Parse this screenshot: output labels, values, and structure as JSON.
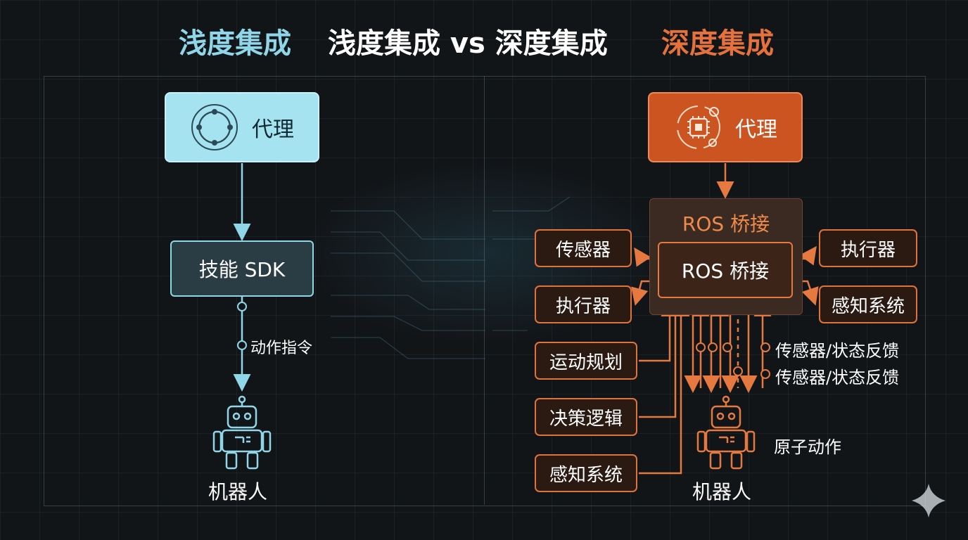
{
  "title": {
    "shallow_tag": "浅度集成",
    "main": "浅度集成 vs 深度集成",
    "deep_tag": "深度集成"
  },
  "colors": {
    "shallow_accent": "#8fd6e8",
    "deep_accent": "#e5723c",
    "background": "#121518"
  },
  "shallow": {
    "agent_label": "代理",
    "agent_icon": "orbit-circle-icon",
    "sdk_label": "技能 SDK",
    "command_label": "动作指令",
    "robot_label": "机器人",
    "robot_icon": "robot-icon"
  },
  "deep": {
    "agent_label": "代理",
    "agent_icon": "chip-gears-icon",
    "ros_outer_label": "ROS 桥接",
    "ros_inner_label": "ROS 桥接",
    "left_modules": [
      "传感器",
      "执行器"
    ],
    "right_modules": [
      "执行器",
      "感知系统"
    ],
    "bottom_modules": [
      "运动规划",
      "决策逻辑",
      "感知系统"
    ],
    "feedback_labels": [
      "传感器/状态反馈",
      "传感器/状态反馈"
    ],
    "atomic_label": "原子动作",
    "robot_label": "机器人",
    "robot_icon": "robot-icon"
  },
  "watermark_icon": "sparkle-icon"
}
